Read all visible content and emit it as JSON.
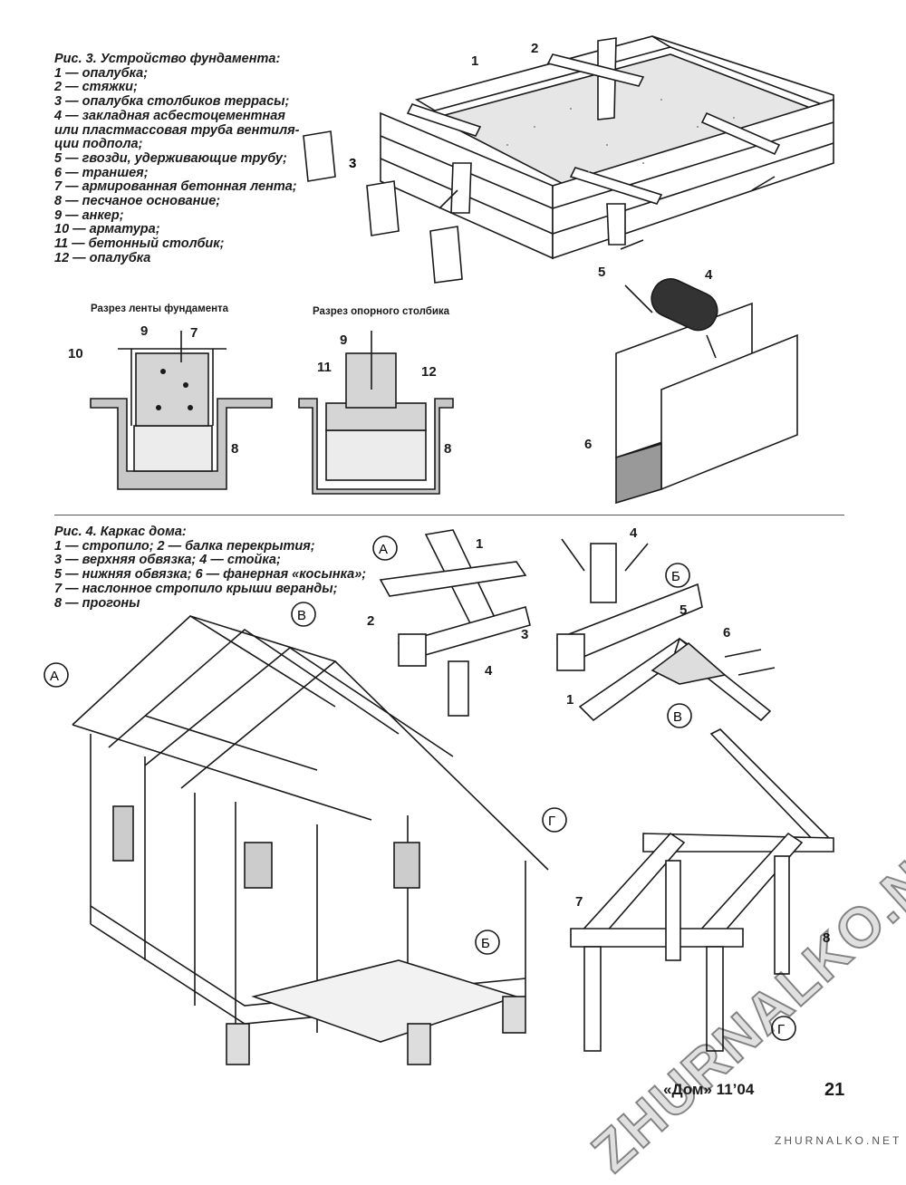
{
  "fig3": {
    "title": "Рис. 3. Устройство фундамента:",
    "items": [
      "1 — опалубка;",
      "2 — стяжки;",
      "3 — опалубка столбиков террасы;",
      "4 — закладная асбестоцементная",
      "или пластмассовая труба вентиля-",
      "ции подпола;",
      "5 — гвозди, удерживающие трубу;",
      "6 — траншея;",
      "7 — армированная бетонная лента;",
      "8 — песчаное основание;",
      "9 — анкер;",
      "10 — арматура;",
      "11 — бетонный столбик;",
      "12 — опалубка"
    ],
    "section_strip": "Разрез ленты фундамента",
    "section_post": "Разрез опорного столбика"
  },
  "fig4": {
    "title": "Рис. 4. Каркас дома:",
    "items": [
      "1 — стропило; 2 — балка перекрытия;",
      "3 — верхняя обвязка; 4 — стойка;",
      "5 — нижняя обвязка; 6 — фанерная «косынка»;",
      "7 — наслонное стропило крыши веранды;",
      "8 — прогоны"
    ]
  },
  "callouts": {
    "n1": "1",
    "n2": "2",
    "n3": "3",
    "n4": "4",
    "n5": "5",
    "n6": "6",
    "n7": "7",
    "n8": "8",
    "n9": "9",
    "n10": "10",
    "n11": "11",
    "n12": "12",
    "A": "А",
    "B": "Б",
    "V": "В",
    "G": "Г"
  },
  "footer": {
    "magazine": "«Дом» 11’04",
    "page": "21"
  },
  "watermark": {
    "text": "ZHURNALKO.NET",
    "site": "ZHURNALKO.NET"
  }
}
